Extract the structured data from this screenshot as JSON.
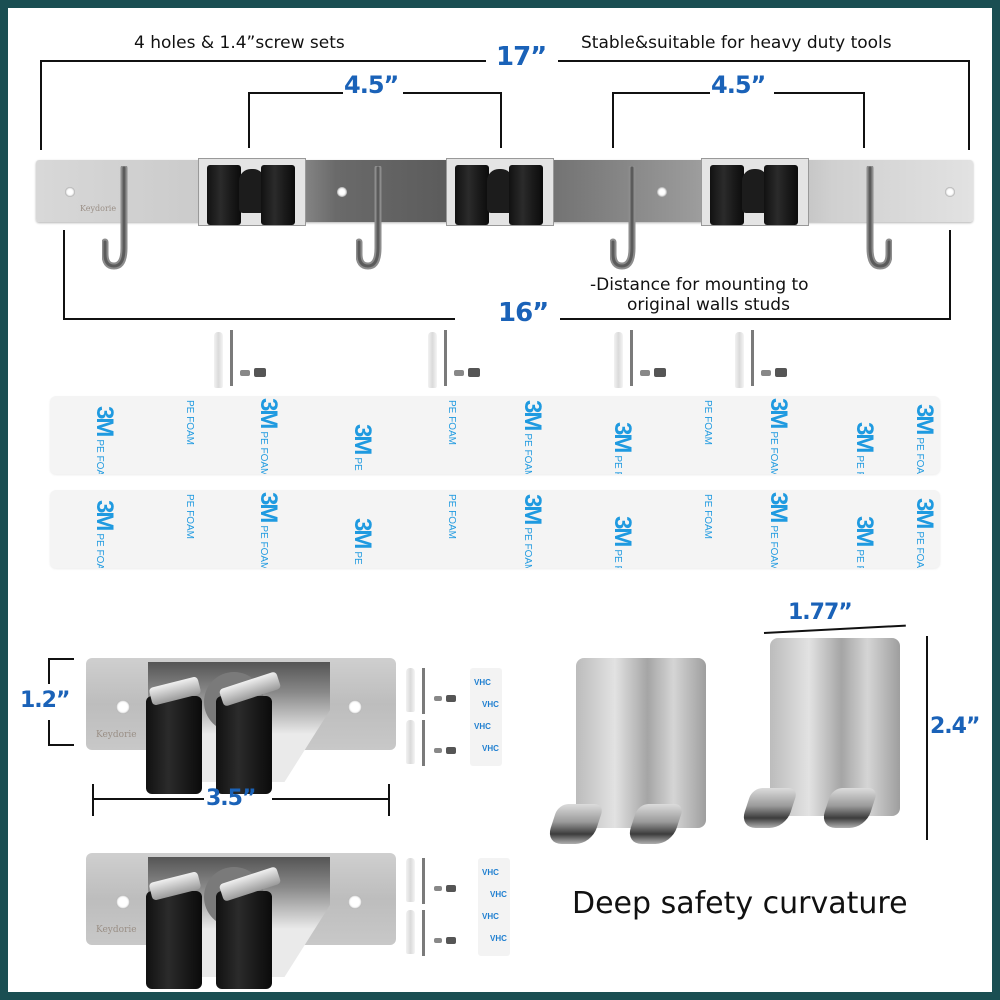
{
  "frame": {
    "border_color": "#1a4e52",
    "background": "#ffffff",
    "accent_color": "#1a62b8"
  },
  "rail_section": {
    "top_left_caption": "4 holes & 1.4”screw sets",
    "top_right_caption": "Stable&suitable for heavy duty tools",
    "overall_length": "17”",
    "clip_spacing_left": "4.5”",
    "clip_spacing_right": "4.5”",
    "mount_distance": "16”",
    "mount_caption_line1": "-Distance for mounting to",
    "mount_caption_line2": "original walls studs",
    "brand_mark": "Keydorie"
  },
  "tape_strips": {
    "count": 2,
    "print_brand": "3M",
    "print_text": "PE FOAM"
  },
  "clip_holder": {
    "height": "1.2”",
    "width": "3.5”",
    "count": 2,
    "brand_mark": "Keydorie",
    "tape_print": "VHC"
  },
  "adhesive_hooks": {
    "width": "1.77”",
    "height": "2.4”",
    "count": 2,
    "caption": "Deep safety curvature"
  }
}
